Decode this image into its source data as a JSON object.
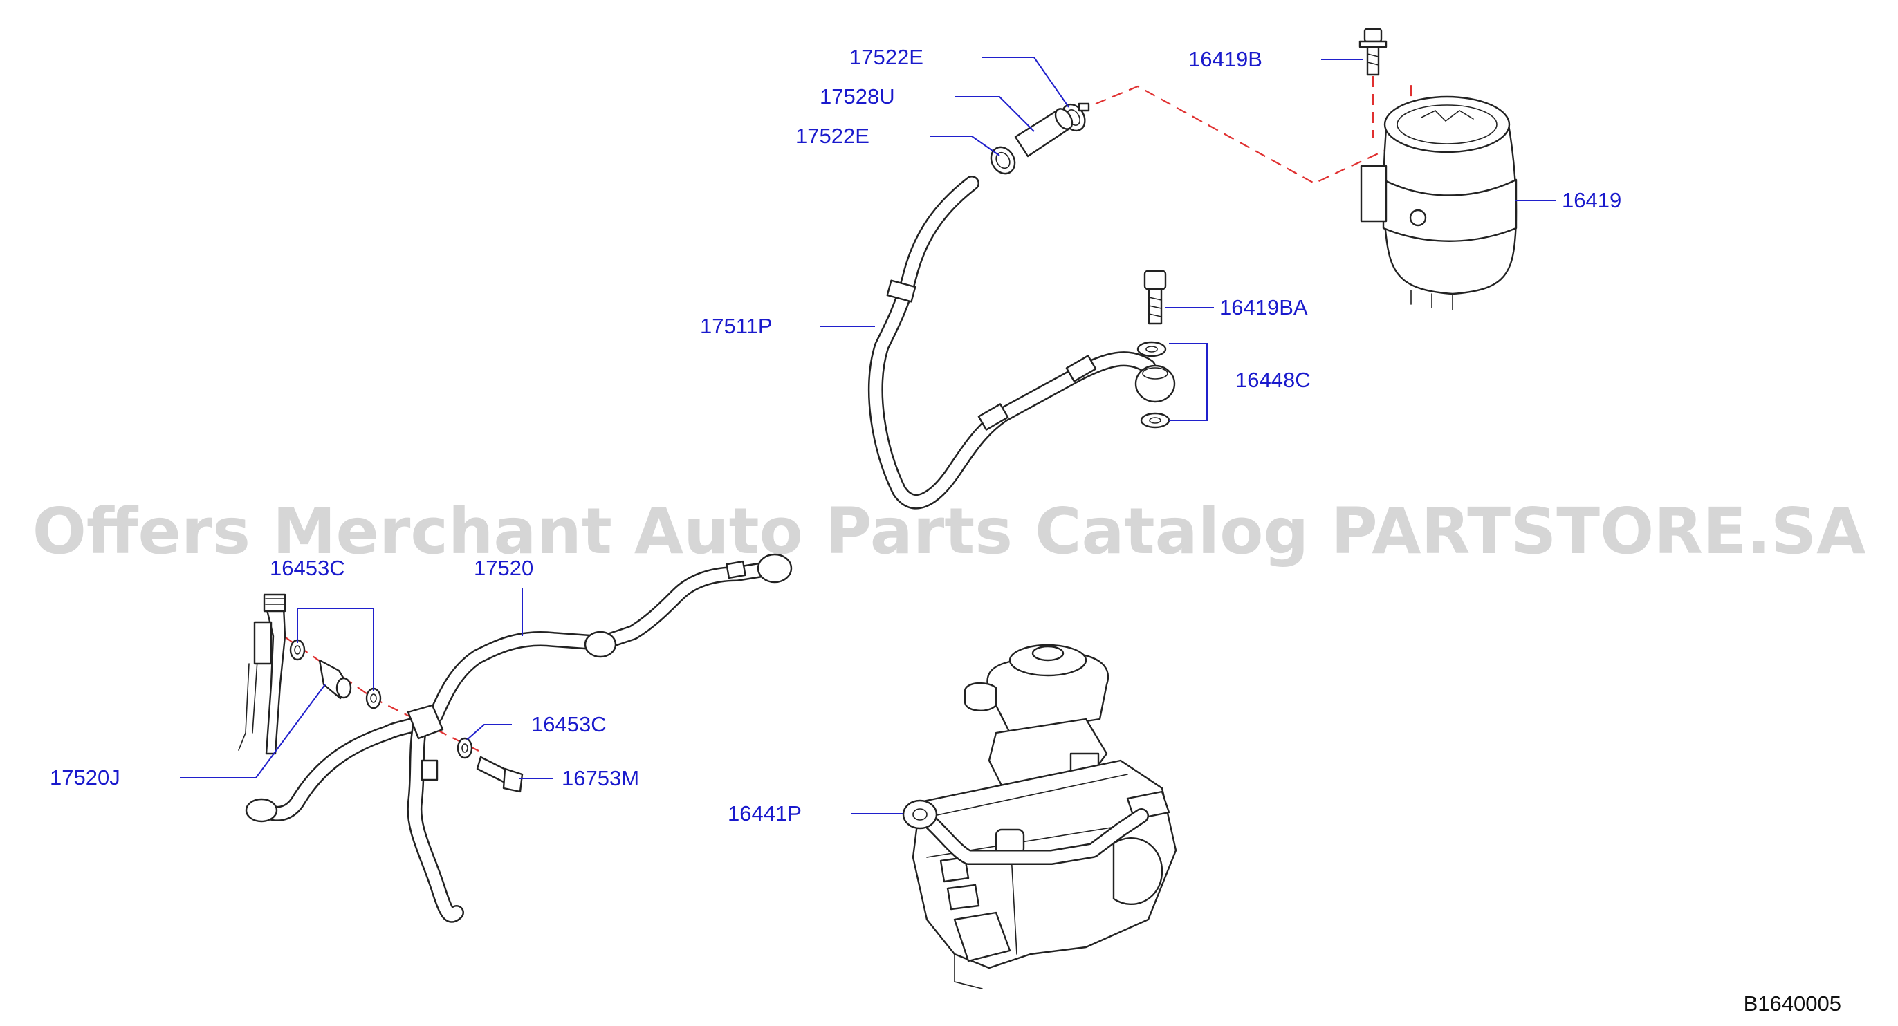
{
  "watermark": "Offers Merchant Auto Parts Catalog PARTSTORE.SA",
  "diagram_code": "B1640005",
  "labels": {
    "p17522e_top": "17522E",
    "p17528u": "17528U",
    "p17522e_bottom": "17522E",
    "p16419b": "16419B",
    "p16419": "16419",
    "p17511p": "17511P",
    "p16419ba": "16419BA",
    "p16448c": "16448C",
    "p16453c_top": "16453C",
    "p17520": "17520",
    "p17520j": "17520J",
    "p16453c_mid": "16453C",
    "p16753m": "16753M",
    "p16441p": "16441P"
  }
}
